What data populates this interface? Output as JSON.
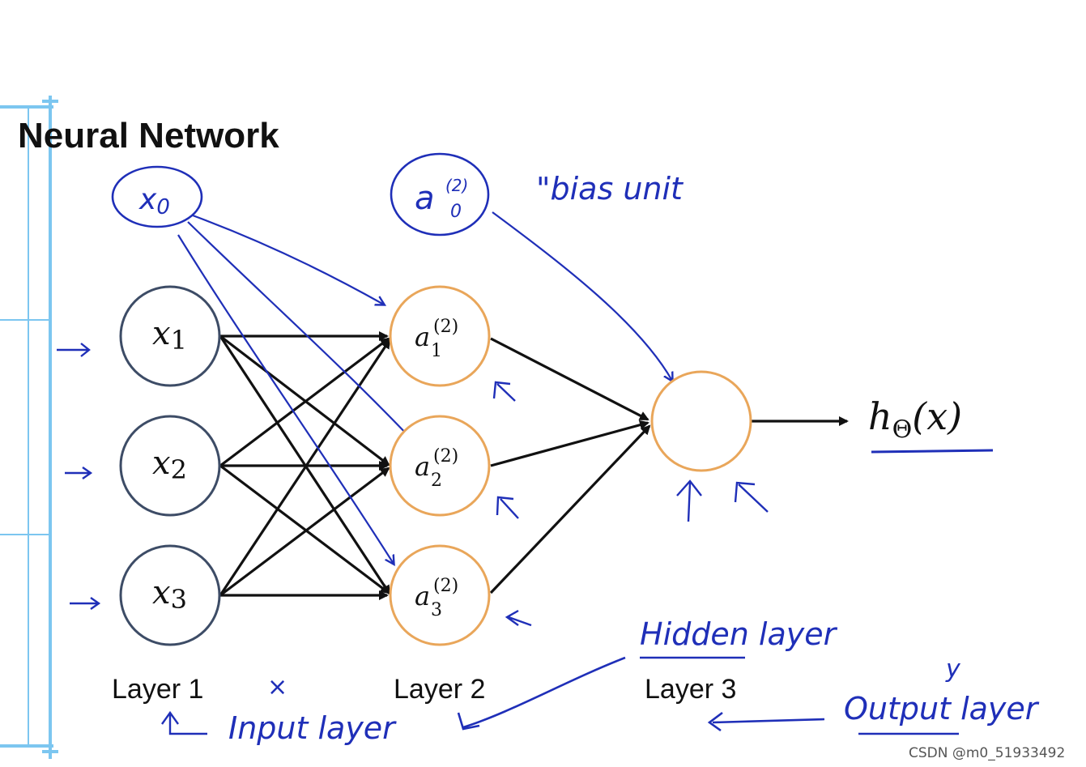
{
  "title": "Neural Network",
  "colors": {
    "input_node": "#3d4c66",
    "hidden_node": "#e9a65a",
    "edge": "#111111",
    "annotation": "#1f2fb8",
    "sidebar": "#7cc6f0"
  },
  "nodes": {
    "input": [
      {
        "var": "x",
        "sub": "1"
      },
      {
        "var": "x",
        "sub": "2"
      },
      {
        "var": "x",
        "sub": "3"
      }
    ],
    "hidden": [
      {
        "var": "a",
        "sub": "1",
        "sup": "(2)"
      },
      {
        "var": "a",
        "sub": "2",
        "sup": "(2)"
      },
      {
        "var": "a",
        "sub": "3",
        "sup": "(2)"
      }
    ],
    "output": {
      "func": "h",
      "sub": "Θ",
      "arg": "(x)"
    }
  },
  "layers": [
    "Layer 1",
    "Layer 2",
    "Layer 3"
  ],
  "annotations": {
    "bias_input_var": "x",
    "bias_input_sub": "0",
    "bias_hidden_var": "a",
    "bias_hidden_sub": "0",
    "bias_hidden_sup": "(2)",
    "bias_label": "\"bias unit",
    "input_layer": "Input layer",
    "hidden_layer": "Hidden layer",
    "output_layer": "Output layer",
    "output_y": "y",
    "times_mark": "×"
  },
  "watermark": "CSDN @m0_51933492"
}
